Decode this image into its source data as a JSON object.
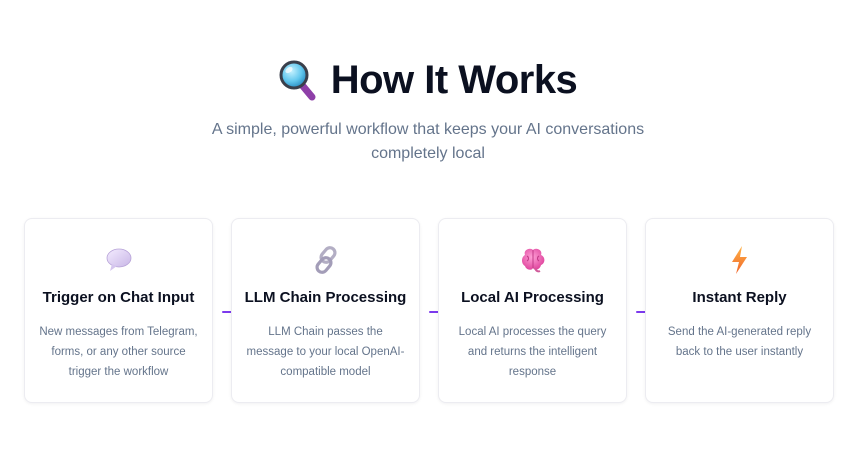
{
  "header": {
    "icon": "magnifying-glass-icon",
    "title": "How It Works",
    "subtitle": "A simple, powerful workflow that keeps your AI conversations completely local"
  },
  "colors": {
    "connector": "#7c3aed",
    "subtitle": "#64748b",
    "title": "#0b1020"
  },
  "steps": [
    {
      "icon": "speech-bubble-icon",
      "title": "Trigger on Chat Input",
      "description": "New messages from Telegram, forms, or any other source trigger the workflow"
    },
    {
      "icon": "chain-link-icon",
      "title": "LLM Chain Processing",
      "description": "LLM Chain passes the message to your local OpenAI-compatible model"
    },
    {
      "icon": "brain-icon",
      "title": "Local AI Processing",
      "description": "Local AI processes the query and returns the intelligent response"
    },
    {
      "icon": "lightning-bolt-icon",
      "title": "Instant Reply",
      "description": "Send the AI-generated reply back to the user instantly"
    }
  ]
}
